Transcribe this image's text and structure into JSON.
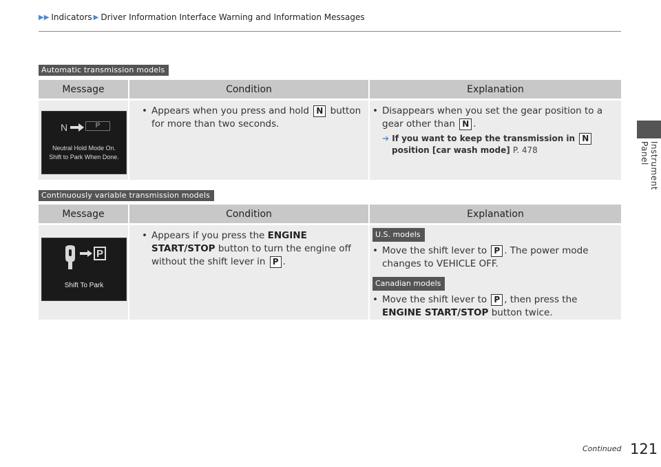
{
  "breadcrumb": {
    "item1": "Indicators",
    "item2": "Driver Information Interface Warning and Information Messages"
  },
  "side_label": "Instrument Panel",
  "section1": {
    "tag": "Automatic transmission models",
    "headers": {
      "message": "Message",
      "condition": "Condition",
      "explanation": "Explanation"
    },
    "screen": {
      "n_letter": "N",
      "p_letter": "P",
      "line1": "Neutral Hold Mode On.",
      "line2": "Shift to Park When Done."
    },
    "condition": {
      "pre": "Appears when you press and hold ",
      "key": "N",
      "post": " button for more than two seconds."
    },
    "explanation": {
      "pre": "Disappears when you set the gear position to a gear other than ",
      "key": "N",
      "post": ".",
      "xref_text": "If you want to keep the transmission in ",
      "xref_key": "N",
      "xref_text2": " position [car wash mode]",
      "xref_page": "P. 478"
    }
  },
  "section2": {
    "tag": "Continuously variable transmission models",
    "headers": {
      "message": "Message",
      "condition": "Condition",
      "explanation": "Explanation"
    },
    "screen": {
      "p_letter": "P",
      "caption": "Shift To Park"
    },
    "condition": {
      "pre": "Appears if you press the ",
      "bold": "ENGINE START/STOP",
      "mid": " button to turn the engine off without the shift lever in ",
      "key": "P",
      "post": "."
    },
    "explanation": {
      "us_tag": "U.S. models",
      "us_pre": "Move the shift lever to ",
      "us_key": "P",
      "us_post": ". The power mode changes to VEHICLE OFF.",
      "ca_tag": "Canadian models",
      "ca_pre": "Move the shift lever to ",
      "ca_key": "P",
      "ca_mid": ", then press the ",
      "ca_bold": "ENGINE START/STOP",
      "ca_post": " button twice."
    }
  },
  "footer": {
    "continued": "Continued",
    "page_number": "121"
  },
  "colors": {
    "accent_arrow": "#4a8ad0",
    "header_bg": "#c8c8c8",
    "row_bg": "#ececec",
    "tag_bg": "#555555"
  }
}
